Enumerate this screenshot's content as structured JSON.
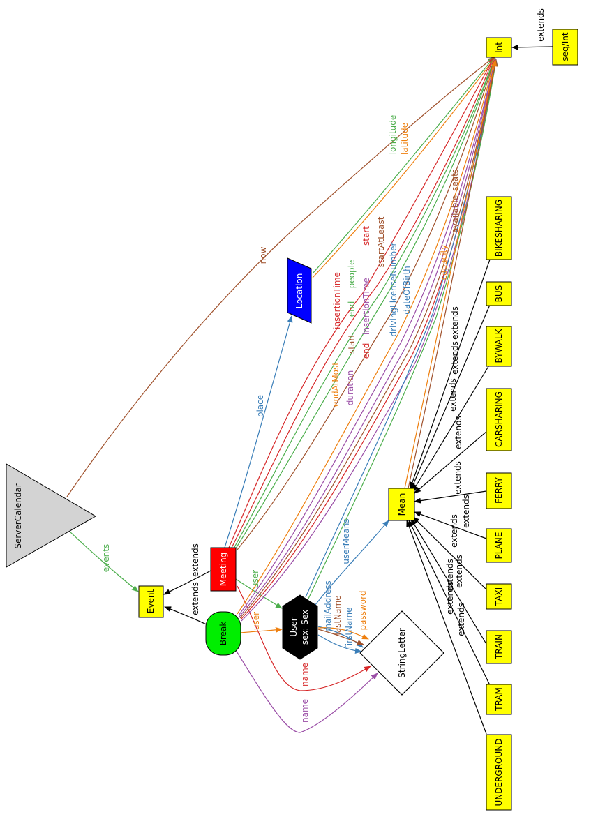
{
  "diagram": {
    "nodes": {
      "server_calendar": "ServerCalendar",
      "event": "Event",
      "meeting": "Meeting",
      "break": "Break",
      "user_title": "User",
      "user_sub": "sex: Sex",
      "location": "Location",
      "string_letter": "StringLetter",
      "mean": "Mean",
      "int": "Int",
      "seq_int": "seq/Int",
      "bikesharing": "BIKESHARING",
      "bus": "BUS",
      "bywalk": "BYWALK",
      "carsharing": "CARSHARING",
      "ferry": "FERRY",
      "plane": "PLANE",
      "taxi": "TAXI",
      "train": "TRAIN",
      "tram": "TRAM",
      "underground": "UNDERGROUND"
    },
    "edges": {
      "events": "events",
      "extends": "extends",
      "now": "now",
      "place": "place",
      "user": "user",
      "name": "name",
      "user_means": "userMeans",
      "mail_address": "mailAddress",
      "last_name": "lastName",
      "first_name": "firstName",
      "password": "password",
      "longitude": "longitude",
      "latitude": "latitude",
      "insertion_time": "insertionTime",
      "start": "start",
      "end": "end",
      "people": "people",
      "start_at_least": "startAtLeast",
      "end_at_most": "endAtMost",
      "duration": "duration",
      "driving_license_number": "drivingLicenseNumber",
      "date_of_birth": "dateOfBirth",
      "available_seats": "available_seats",
      "capacity": "capacity"
    },
    "colors": {
      "server_calendar_fill": "#d3d3d3",
      "yellow_fill": "#ffff00",
      "meeting_fill": "#ff0000",
      "break_fill": "#00ee00",
      "user_fill": "#000000",
      "location_fill": "#0000ff",
      "brown": "#a0522d",
      "green": "#4cae4c",
      "red": "#d62728",
      "orange": "#ee7f0e",
      "blue": "#3a7eb8",
      "purple": "#9a4da6"
    }
  }
}
